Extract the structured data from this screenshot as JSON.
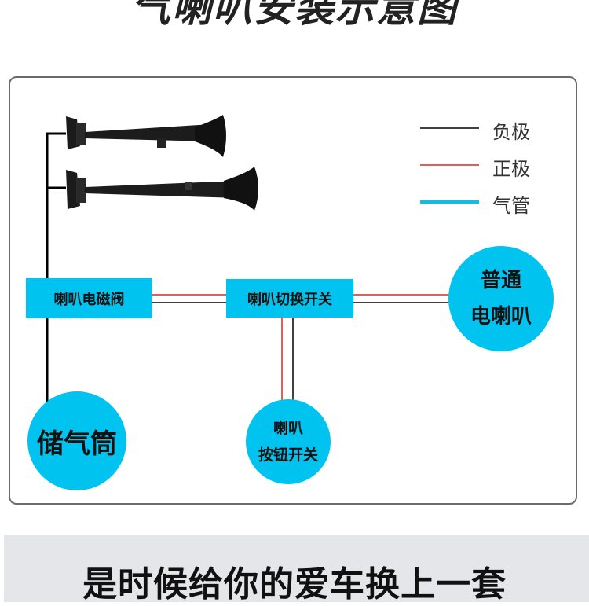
{
  "title": "气喇叭安装示意图",
  "legend": [
    {
      "label": "负极",
      "color": "#000000"
    },
    {
      "label": "正极",
      "color": "#d42c1e"
    },
    {
      "label": "气管",
      "color": "#00c3ef"
    }
  ],
  "nodes": {
    "solenoid_valve": "喇叭电磁阀",
    "switch": "喇叭切换开关",
    "electric_horn_line1": "普通",
    "electric_horn_line2": "电喇叭",
    "air_tank": "储气筒",
    "button_line1": "喇叭",
    "button_line2": "按钮开关"
  },
  "footer": "是时候给你的爱车换上一套"
}
